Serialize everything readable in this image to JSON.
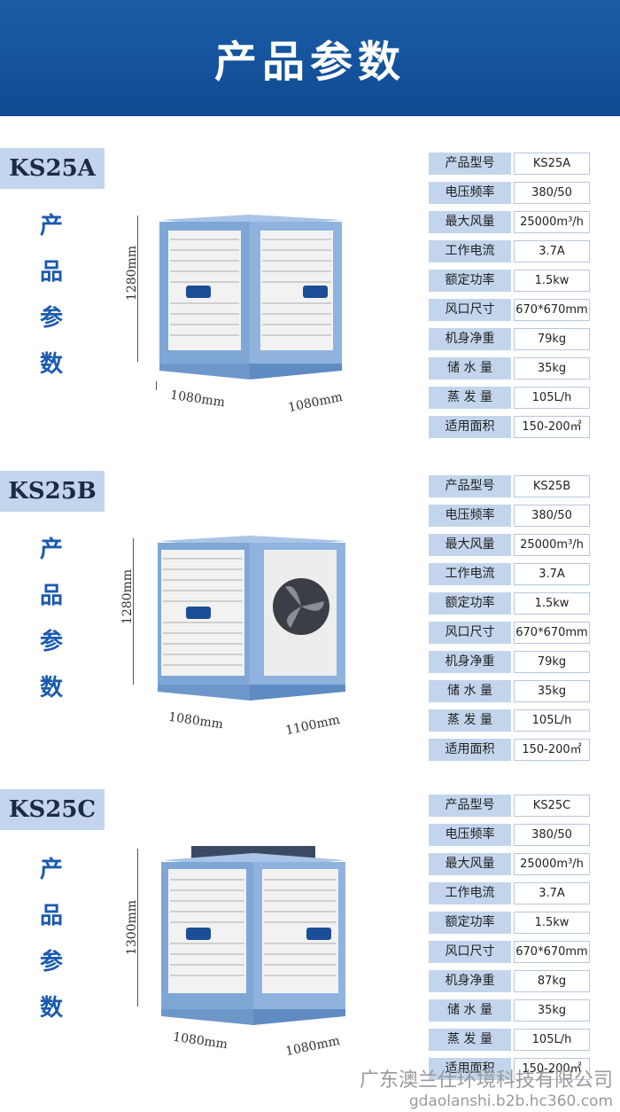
{
  "header": {
    "title": "产品参数"
  },
  "products": [
    {
      "model": "KS25A",
      "side_text": [
        "产",
        "品",
        "参",
        "数"
      ],
      "dim_height": "1280mm",
      "dim_width": "1080mm",
      "dim_depth": "1080mm",
      "specs": [
        {
          "label": "产品型号",
          "value": "KS25A"
        },
        {
          "label": "电压频率",
          "value": "380/50"
        },
        {
          "label": "最大风量",
          "value": "25000m³/h"
        },
        {
          "label": "工作电流",
          "value": "3.7A"
        },
        {
          "label": "额定功率",
          "value": "1.5kw"
        },
        {
          "label": "风口尺寸",
          "value": "670*670mm"
        },
        {
          "label": "机身净重",
          "value": "79kg"
        },
        {
          "label": "储 水 量",
          "value": "35kg"
        },
        {
          "label": "蒸 发 量",
          "value": "105L/h"
        },
        {
          "label": "适用面积",
          "value": "150-200㎡"
        }
      ]
    },
    {
      "model": "KS25B",
      "side_text": [
        "产",
        "品",
        "参",
        "数"
      ],
      "dim_height": "1280mm",
      "dim_width": "1080mm",
      "dim_depth": "1100mm",
      "specs": [
        {
          "label": "产品型号",
          "value": "KS25B"
        },
        {
          "label": "电压频率",
          "value": "380/50"
        },
        {
          "label": "最大风量",
          "value": "25000m³/h"
        },
        {
          "label": "工作电流",
          "value": "3.7A"
        },
        {
          "label": "额定功率",
          "value": "1.5kw"
        },
        {
          "label": "风口尺寸",
          "value": "670*670mm"
        },
        {
          "label": "机身净重",
          "value": "79kg"
        },
        {
          "label": "储 水 量",
          "value": "35kg"
        },
        {
          "label": "蒸 发 量",
          "value": "105L/h"
        },
        {
          "label": "适用面积",
          "value": "150-200㎡"
        }
      ]
    },
    {
      "model": "KS25C",
      "side_text": [
        "产",
        "品",
        "参",
        "数"
      ],
      "dim_height": "1300mm",
      "dim_width": "1080mm",
      "dim_depth": "1080mm",
      "specs": [
        {
          "label": "产品型号",
          "value": "KS25C"
        },
        {
          "label": "电压频率",
          "value": "380/50"
        },
        {
          "label": "最大风量",
          "value": "25000m³/h"
        },
        {
          "label": "工作电流",
          "value": "3.7A"
        },
        {
          "label": "额定功率",
          "value": "1.5kw"
        },
        {
          "label": "风口尺寸",
          "value": "670*670mm"
        },
        {
          "label": "机身净重",
          "value": "87kg"
        },
        {
          "label": "储 水 量",
          "value": "35kg"
        },
        {
          "label": "蒸 发 量",
          "value": "105L/h"
        },
        {
          "label": "适用面积",
          "value": "150-200㎡"
        }
      ]
    }
  ],
  "footer": {
    "company": "广东澳兰仕环境科技有限公司",
    "site": "gdaolanshi.b2b.hc360.com"
  },
  "colors": {
    "header_blue": "#1452a0",
    "tag_bg": "#c3d5ec",
    "char_blue": "#1a5ab0",
    "unit_blue": "#7fa7d6",
    "grille": "#f2f2f2"
  }
}
